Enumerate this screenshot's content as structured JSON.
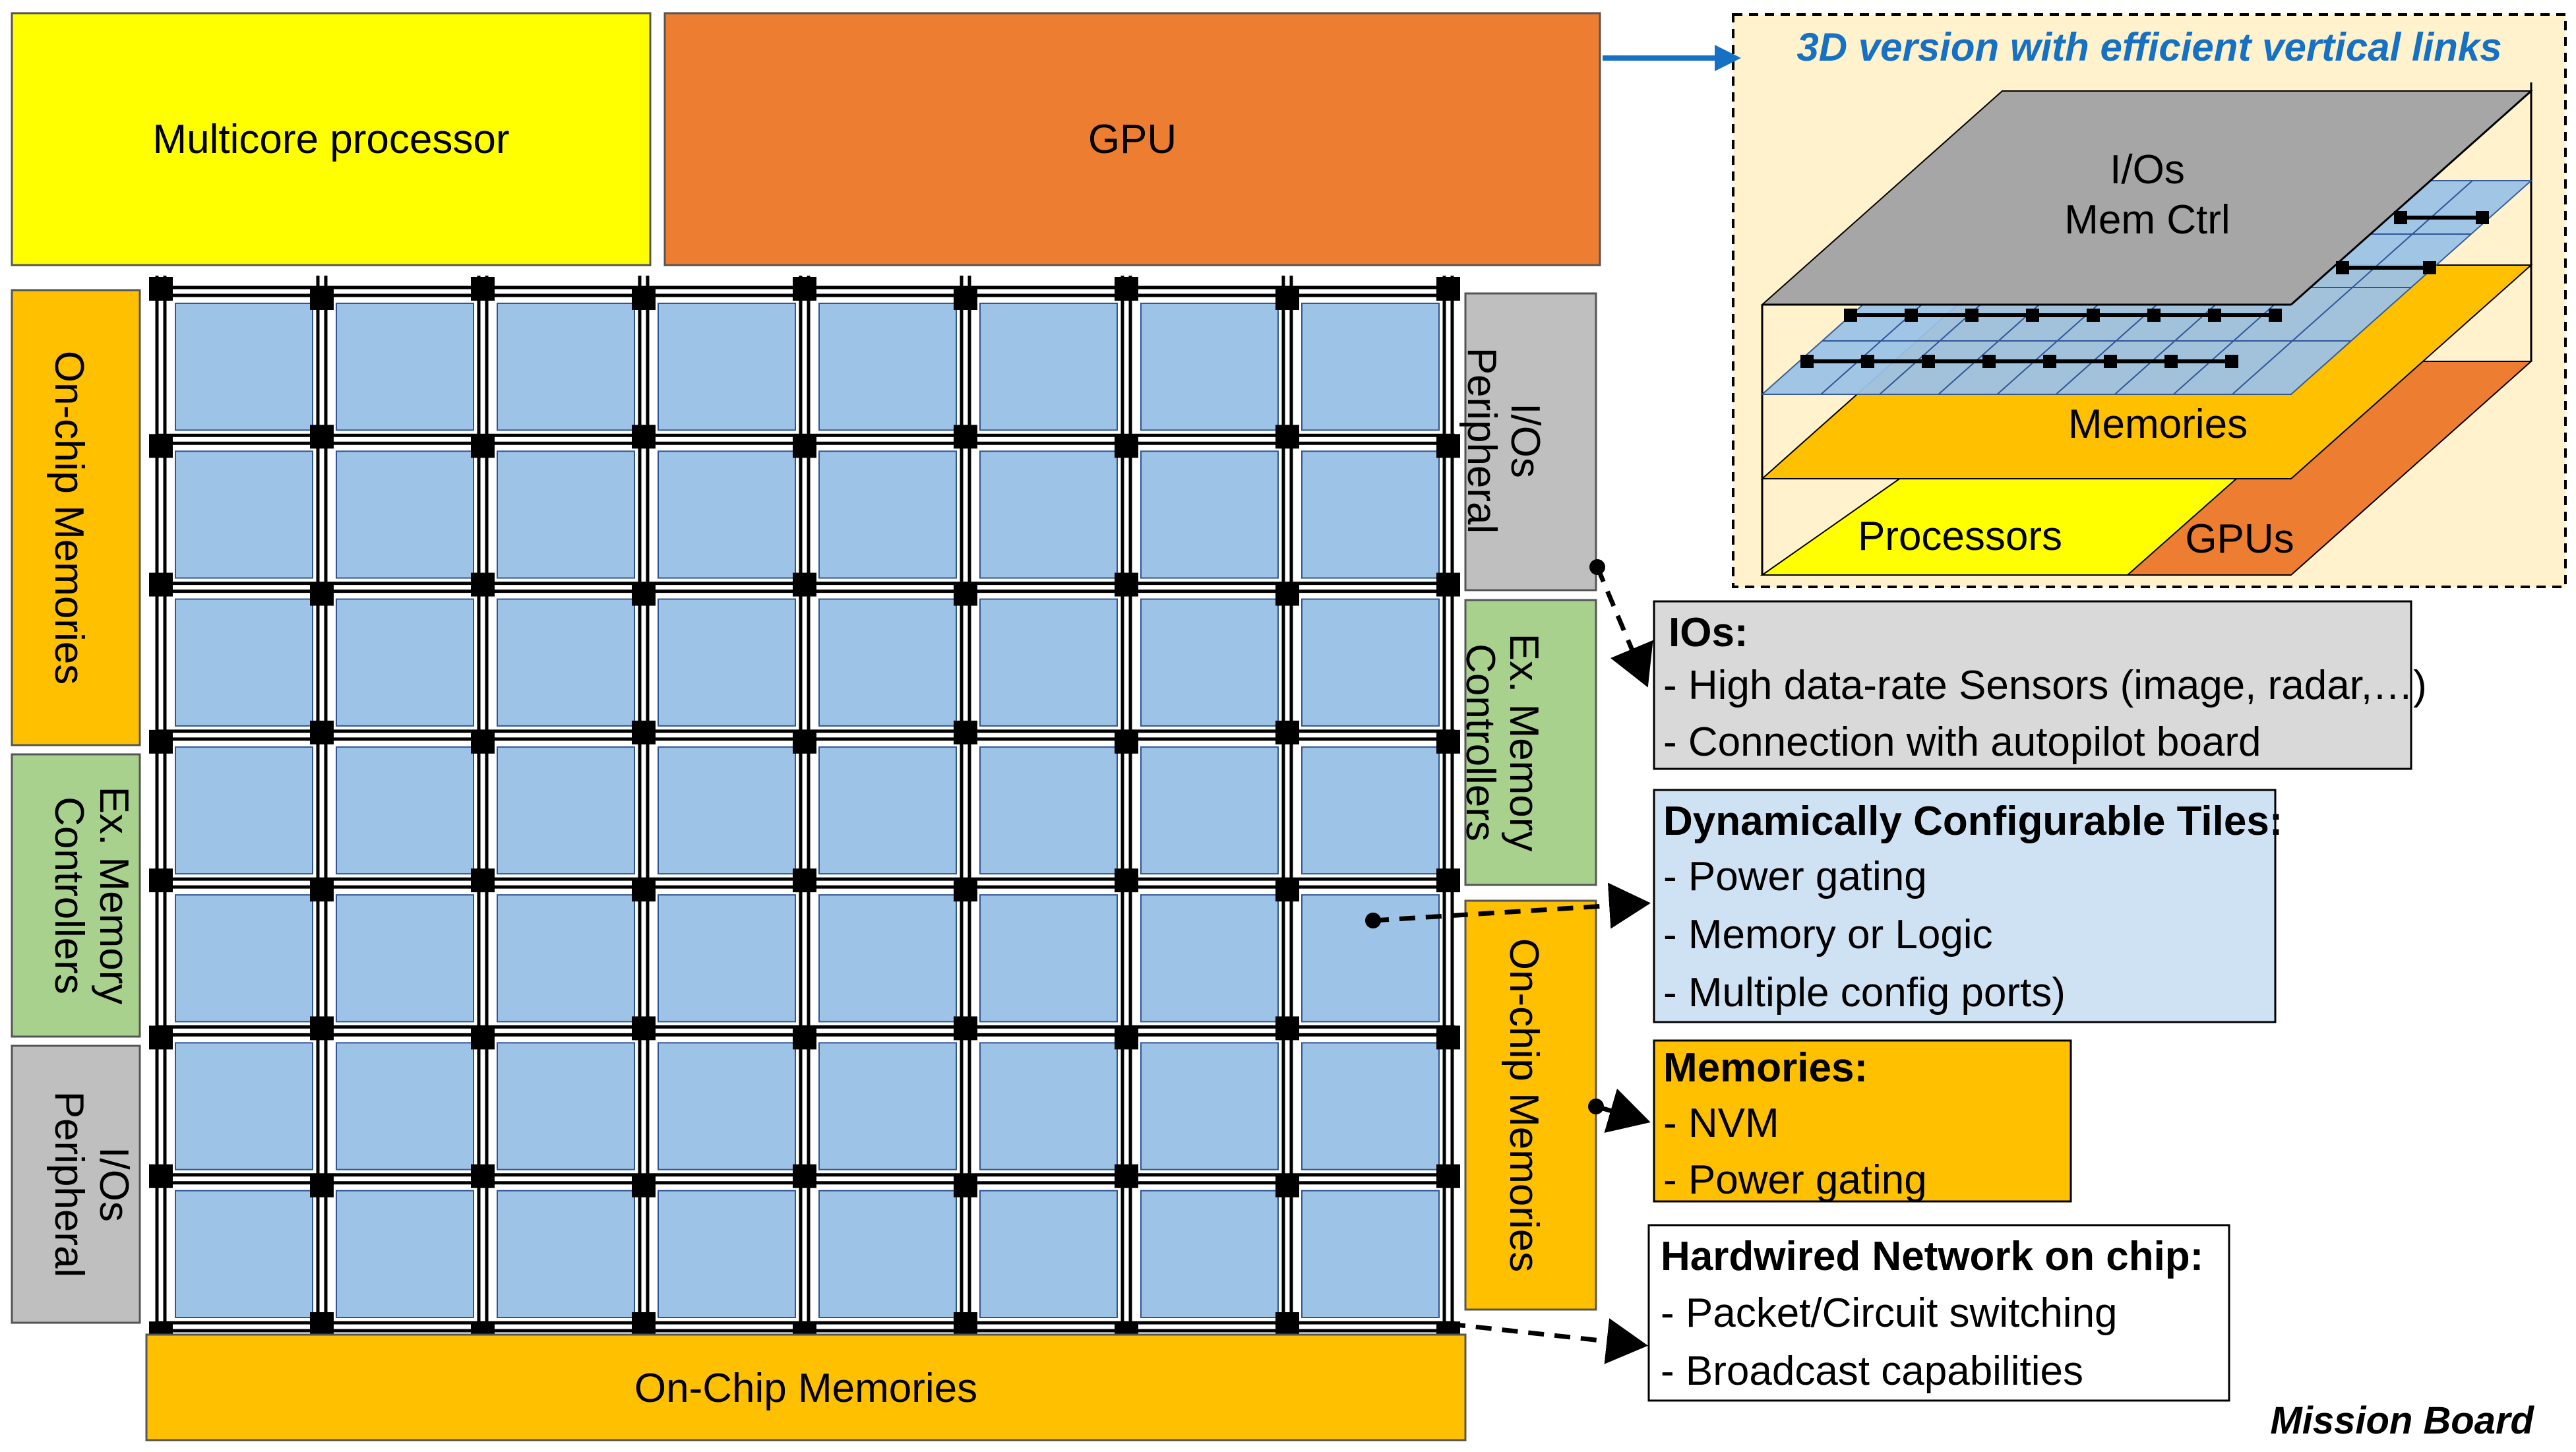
{
  "diagram": {
    "top_blocks": {
      "multicore": "Multicore processor",
      "gpu": "GPU"
    },
    "side_blocks": {
      "left_onchip_mem": "On-chip Memories",
      "left_ex_mem": [
        "Ex. Memory",
        "Controllers"
      ],
      "left_io": [
        "I/Os",
        "Peripheral"
      ],
      "right_io": [
        "I/Os",
        "Peripheral"
      ],
      "right_ex_mem": [
        "Ex. Memory",
        "Controllers"
      ],
      "right_onchip_mem": "On-chip Memories",
      "bottom_onchip_mem": "On-Chip Memories"
    },
    "grid": {
      "rows": 7,
      "cols": 8
    },
    "stack_3d": {
      "title": "3D version with efficient vertical links",
      "top_layer": [
        "I/Os",
        "Mem Ctrl"
      ],
      "memories": "Memories",
      "processors": "Processors",
      "gpus": "GPUs"
    },
    "callouts": {
      "ios": {
        "heading": "IOs:",
        "items": [
          "- High data-rate Sensors (image, radar,…)",
          "- Connection with autopilot board"
        ]
      },
      "tiles": {
        "heading": "Dynamically Configurable Tiles:",
        "items": [
          "- Power gating",
          "- Memory or Logic",
          "- Multiple config ports)"
        ]
      },
      "memories": {
        "heading": "Memories:",
        "items": [
          "- NVM",
          "- Power gating"
        ]
      },
      "noc": {
        "heading": "Hardwired Network on chip:",
        "items": [
          "- Packet/Circuit switching",
          "- Broadcast capabilities"
        ]
      }
    },
    "footer": "Mission Board",
    "colors": {
      "yellow": "#ffff00",
      "orange": "#ed7d31",
      "gold": "#ffc000",
      "green": "#a9d18e",
      "grey": "#bfbfbf",
      "tile": "#9dc3e6",
      "light_blue": "#cfe2f3",
      "panel": "#fff2cc",
      "link_blue": "#1670c4"
    }
  }
}
